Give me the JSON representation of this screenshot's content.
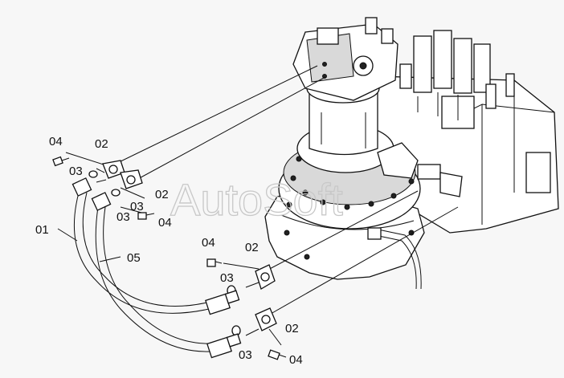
{
  "watermark": "AutoSoft",
  "part_labels": [
    {
      "id": "04"
    },
    {
      "id": "02"
    },
    {
      "id": "03"
    },
    {
      "id": "03"
    },
    {
      "id": "02"
    },
    {
      "id": "03"
    },
    {
      "id": "04"
    },
    {
      "id": "01"
    },
    {
      "id": "05"
    },
    {
      "id": "04"
    },
    {
      "id": "02"
    },
    {
      "id": "03"
    },
    {
      "id": "02"
    },
    {
      "id": "03"
    },
    {
      "id": "04"
    }
  ]
}
